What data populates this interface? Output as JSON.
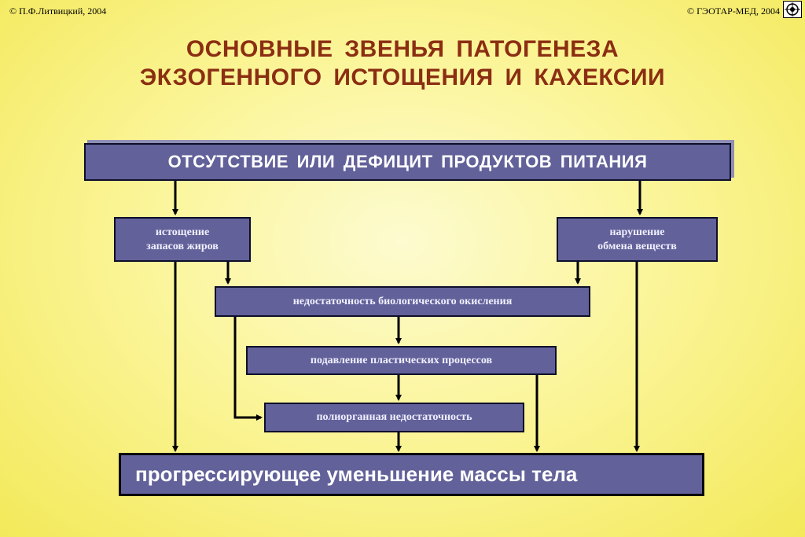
{
  "header": {
    "copyright_left": "© П.Ф.Литвицкий, 2004",
    "copyright_right": "© ГЭОТАР-МЕД, 2004",
    "logo_icon": "publisher-logo-icon"
  },
  "title": {
    "line1": "ОСНОВНЫЕ  ЗВЕНЬЯ  ПАТОГЕНЕЗА",
    "line2": "ЭКЗОГЕННОГО  ИСТОЩЕНИЯ И  КАХЕКСИИ"
  },
  "diagram": {
    "root": "ОТСУТСТВИЕ  ИЛИ  ДЕФИЦИТ  ПРОДУКТОВ  ПИТАНИЯ",
    "fat_line1": "истощение",
    "fat_line2": "запасов жиров",
    "meta_line1": "нарушение",
    "meta_line2": "обмена веществ",
    "oxidation": "недостаточность биологического окисления",
    "plastic": "подавление пластических процессов",
    "organ": "полиорганная недостаточность",
    "final": "прогрессирующее уменьшение массы тела"
  },
  "colors": {
    "title": "#8b2e12",
    "box_fill": "#62619a",
    "box_border": "#0e0e2a",
    "arrow": "#000000"
  }
}
